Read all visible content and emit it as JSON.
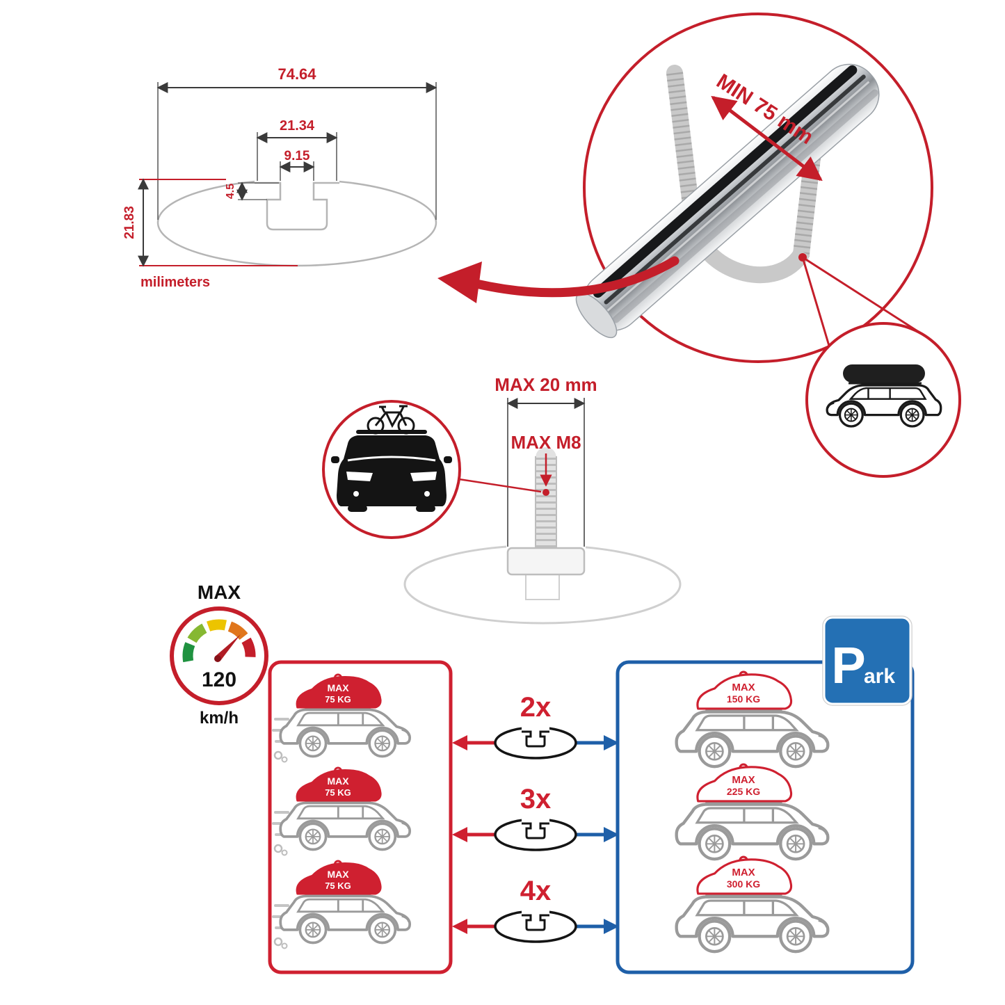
{
  "cross_section": {
    "width_total": "74.64",
    "width_channel": "21.34",
    "width_slot": "9.15",
    "depth_slot": "4.5",
    "height_total": "21.83",
    "units": "milimeters"
  },
  "bar_circle": {
    "min_label": "MIN 75 mm"
  },
  "bolt": {
    "max_width": "MAX 20 mm",
    "max_thread": "MAX M8"
  },
  "speedometer": {
    "title": "MAX",
    "value": "120",
    "unit": "km/h"
  },
  "park_sign": {
    "p": "P",
    "ark": "ark"
  },
  "multipliers": [
    "2x",
    "3x",
    "4x"
  ],
  "driving": {
    "cars": [
      {
        "line1": "MAX",
        "line2": "75 KG"
      },
      {
        "line1": "MAX",
        "line2": "75 KG"
      },
      {
        "line1": "MAX",
        "line2": "75 KG"
      }
    ]
  },
  "parked": {
    "cars": [
      {
        "line1": "MAX",
        "line2": "150 KG"
      },
      {
        "line1": "MAX",
        "line2": "225 KG"
      },
      {
        "line1": "MAX",
        "line2": "300 KG"
      }
    ]
  },
  "colors": {
    "red": "#c41e2a",
    "panel_red": "#cf2030",
    "blue": "#1e5fa8",
    "sign_blue": "#2470b4",
    "gray": "#9a9a9a"
  }
}
